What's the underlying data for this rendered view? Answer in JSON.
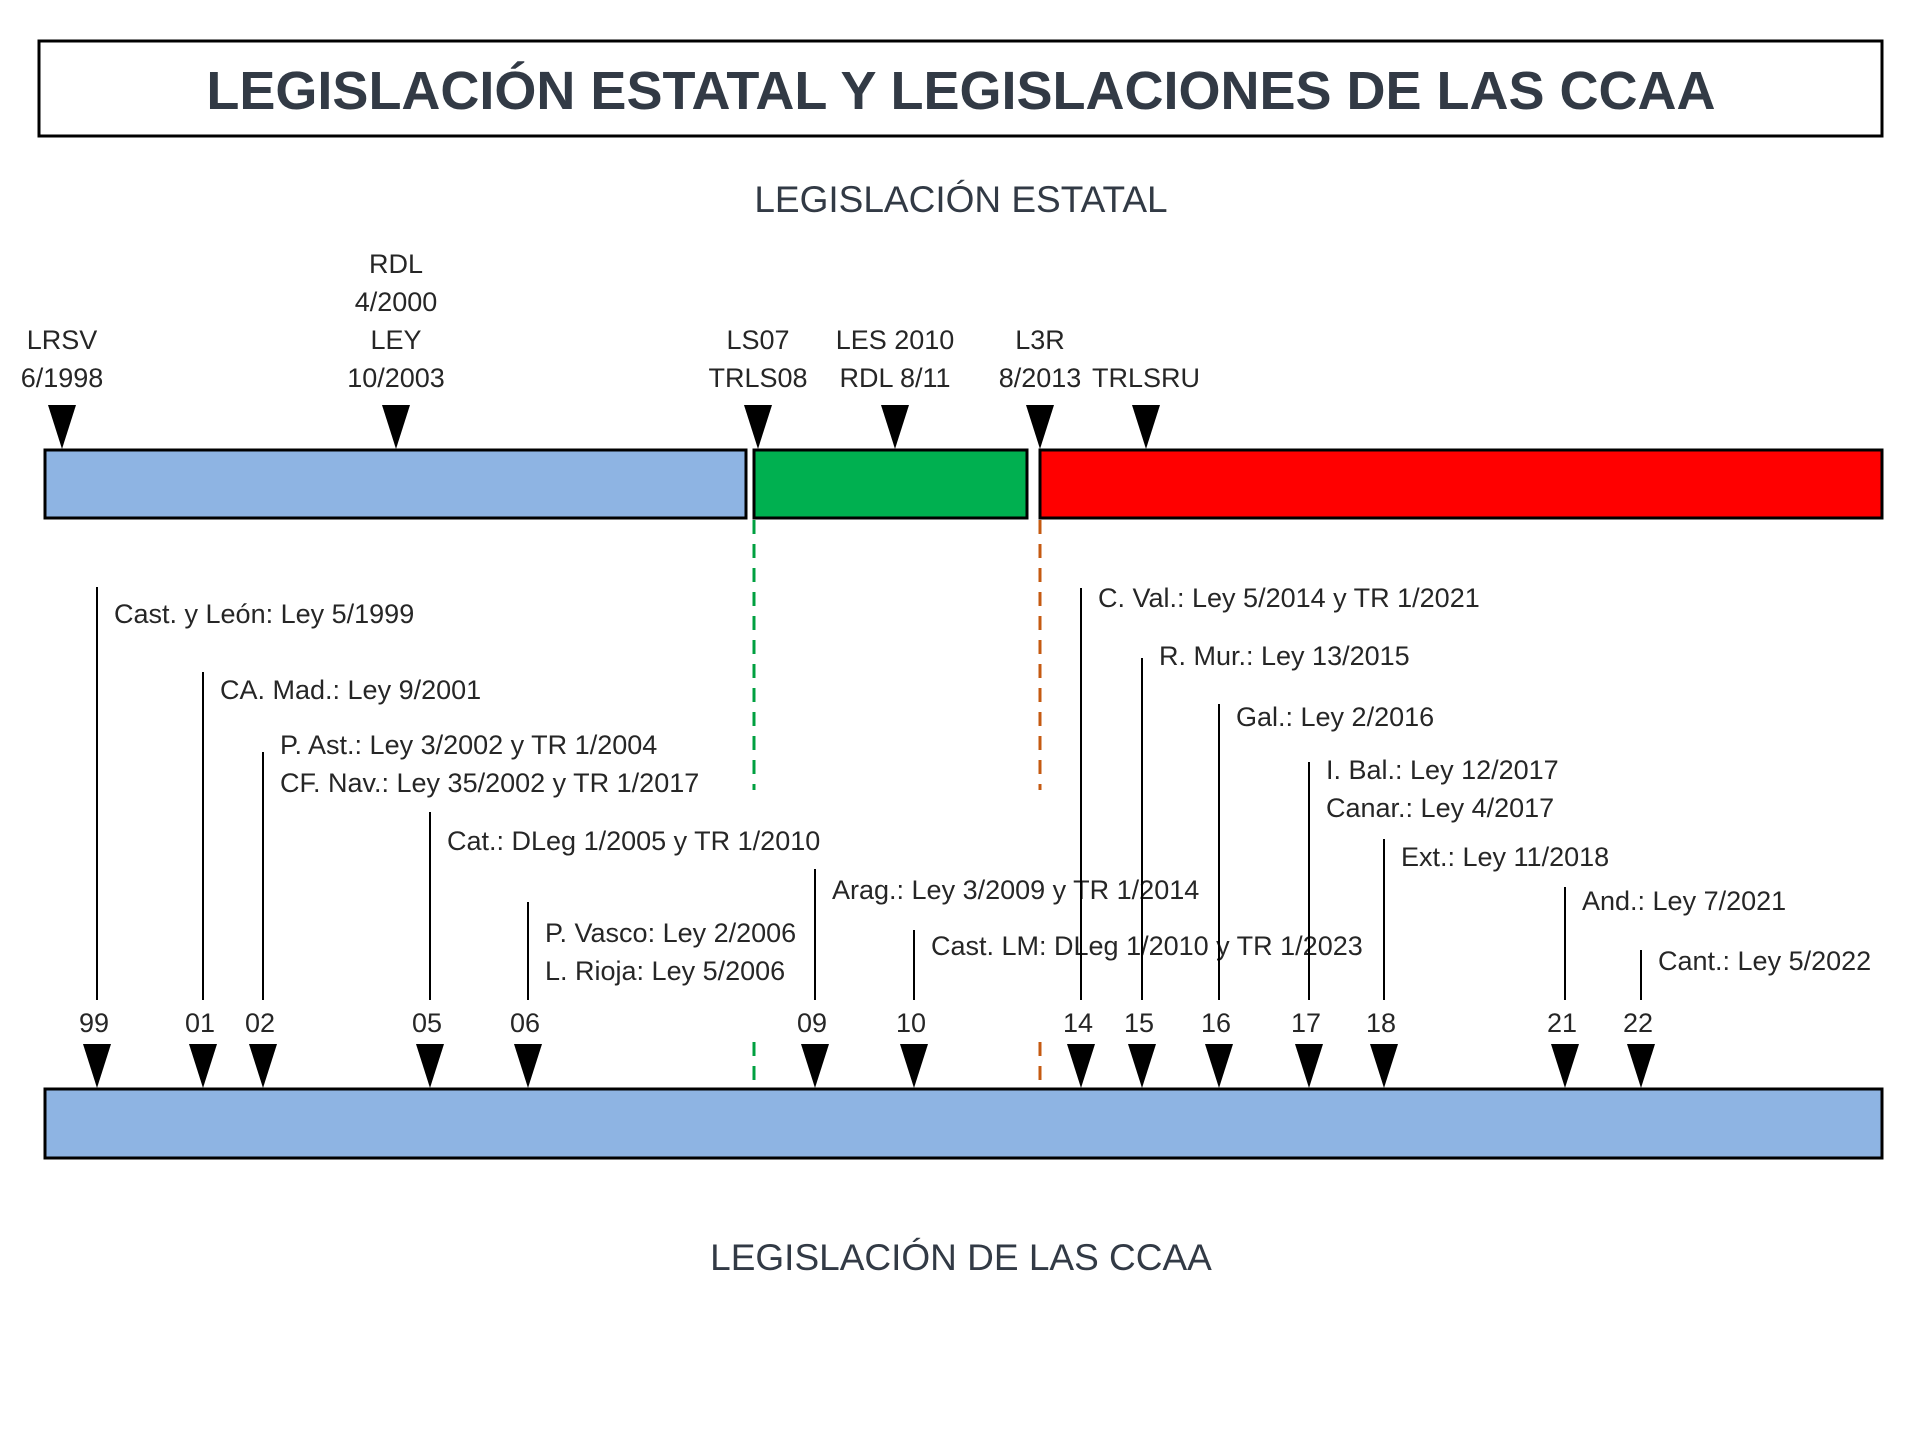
{
  "title": "LEGISLACIÓN ESTATAL Y LEGISLACIONES DE LAS CCAA",
  "state_section": {
    "title": "LEGISLACIÓN ESTATAL",
    "periods": [
      {
        "name": "period-1998-2007",
        "color": "#8eb4e3"
      },
      {
        "name": "period-2007-2013",
        "color": "#00b050"
      },
      {
        "name": "period-2013-present",
        "color": "#ff0000"
      }
    ],
    "markers": [
      {
        "id": "lrsv",
        "lines": [
          "LRSV",
          "6/1998"
        ]
      },
      {
        "id": "rdl-ley",
        "lines": [
          "RDL",
          "4/2000",
          "LEY",
          "10/2003"
        ]
      },
      {
        "id": "ls07",
        "lines": [
          "LS07",
          "TRLS08"
        ]
      },
      {
        "id": "les2010",
        "lines": [
          "LES 2010",
          "RDL 8/11"
        ]
      },
      {
        "id": "l3r",
        "lines": [
          "L3R",
          "8/2013"
        ]
      },
      {
        "id": "trlsru",
        "lines": [
          "TRLSRU"
        ]
      }
    ],
    "divider_colors": {
      "green": "#00a040",
      "orange": "#c55a11"
    }
  },
  "ccaa_section": {
    "title": "LEGISLACIÓN DE LAS CCAA",
    "bar_color": "#8eb4e3",
    "ticks": [
      {
        "year": "99",
        "lines": [
          "Cast. y León:  Ley 5/1999"
        ]
      },
      {
        "year": "01",
        "lines": [
          "CA. Mad.: Ley 9/2001"
        ]
      },
      {
        "year": "02",
        "lines": [
          "P. Ast.: Ley 3/2002  y TR 1/2004",
          "CF. Nav.: Ley 35/2002  y TR 1/2017"
        ]
      },
      {
        "year": "05",
        "lines": [
          "Cat.: DLeg 1/2005  y TR 1/2010"
        ]
      },
      {
        "year": "06",
        "lines": [
          "P. Vasco: Ley 2/2006",
          "L. Rioja: Ley 5/2006"
        ]
      },
      {
        "year": "09",
        "lines": [
          "Arag.: Ley 3/2009  y TR 1/2014"
        ]
      },
      {
        "year": "10",
        "lines": [
          "Cast. LM: DLeg 1/2010  y TR 1/2023"
        ]
      },
      {
        "year": "14",
        "lines": [
          "C. Val.: Ley 5/2014  y TR 1/2021"
        ]
      },
      {
        "year": "15",
        "lines": [
          "R. Mur.:  Ley 13/2015"
        ]
      },
      {
        "year": "16",
        "lines": [
          "Gal.: Ley 2/2016"
        ]
      },
      {
        "year": "17",
        "lines": [
          "I. Bal.: Ley 12/2017",
          "Canar.: Ley 4/2017"
        ]
      },
      {
        "year": "18",
        "lines": [
          "Ext.: Ley 11/2018"
        ]
      },
      {
        "year": "21",
        "lines": [
          "And.: Ley 7/2021"
        ]
      },
      {
        "year": "22",
        "lines": [
          "Cant.: Ley 5/2022"
        ]
      }
    ]
  }
}
